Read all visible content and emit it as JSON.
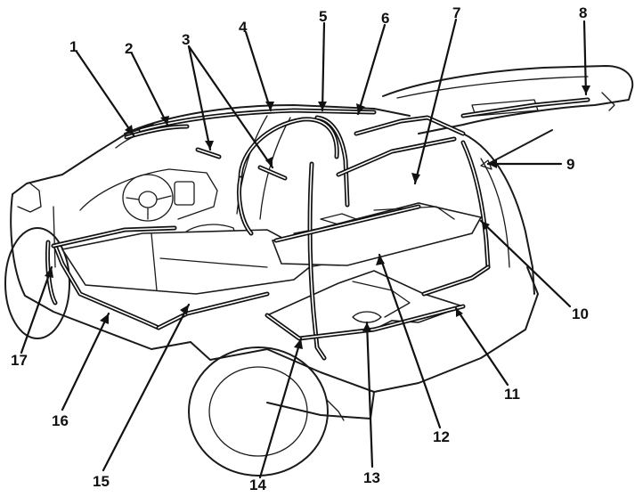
{
  "callouts": [
    {
      "id": 1,
      "text": "1"
    },
    {
      "id": 2,
      "text": "2"
    },
    {
      "id": 3,
      "text": "3"
    },
    {
      "id": 4,
      "text": "4"
    },
    {
      "id": 5,
      "text": "5"
    },
    {
      "id": 6,
      "text": "6"
    },
    {
      "id": 7,
      "text": "7"
    },
    {
      "id": 8,
      "text": "8"
    },
    {
      "id": 9,
      "text": "9"
    },
    {
      "id": 10,
      "text": "10"
    },
    {
      "id": 11,
      "text": "11"
    },
    {
      "id": 12,
      "text": "12"
    },
    {
      "id": 13,
      "text": "13"
    },
    {
      "id": 14,
      "text": "14"
    },
    {
      "id": 15,
      "text": "15"
    },
    {
      "id": 16,
      "text": "16"
    },
    {
      "id": 17,
      "text": "17"
    }
  ]
}
